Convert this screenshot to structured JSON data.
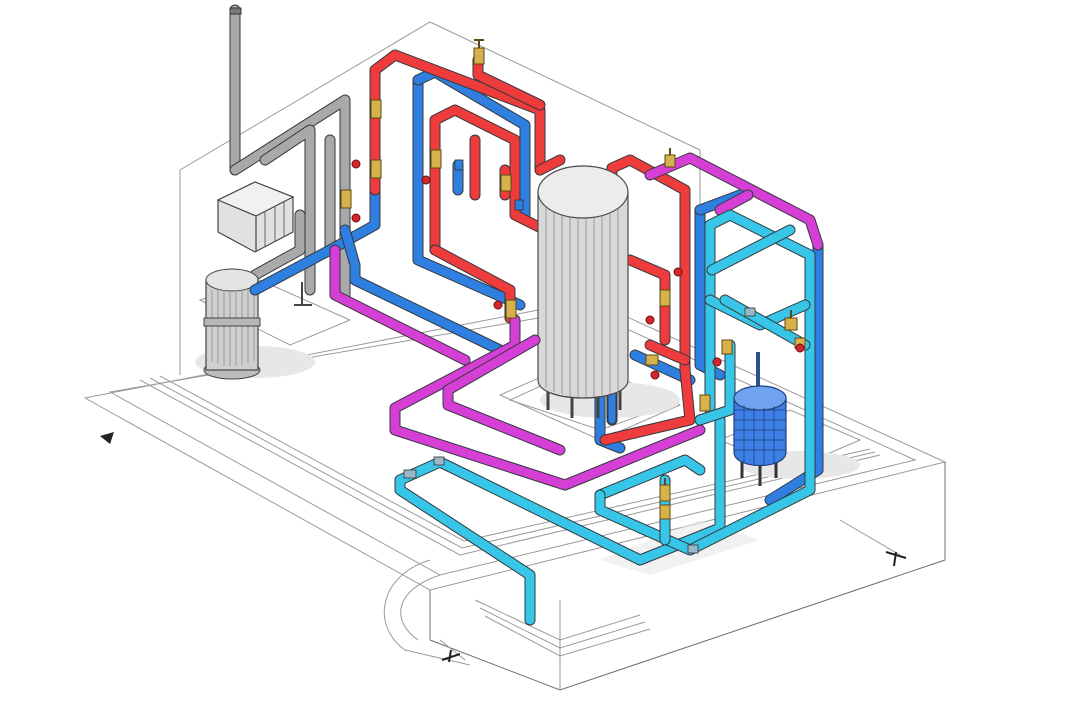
{
  "colors": {
    "hot_supply": "#ee3b3b",
    "cold_supply": "#2f7fe0",
    "return_line": "#d63fd6",
    "chilled_line": "#38c6e8",
    "flue": "#9a9a9a",
    "valve_brass": "#d7b24a",
    "valve_handle": "#d7262b",
    "tank_blue": "#3d7fe6"
  },
  "components": {
    "flue_stack": "flue-stack",
    "control_cabinet": "control-cabinet",
    "pump_motor": "pump-motor",
    "storage_tank": "vertical-storage-tank",
    "expansion_tank": "expansion-tank"
  },
  "section_marks": [
    "section-mark-left",
    "section-mark-right",
    "section-mark-bottom"
  ]
}
